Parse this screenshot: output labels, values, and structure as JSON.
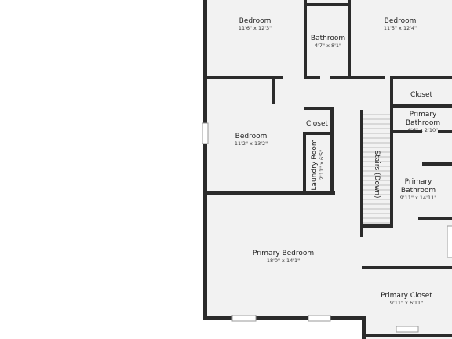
{
  "colors": {
    "floor": "#f2f2f2",
    "wall": "#2b2b2b",
    "window": "#ffffff",
    "window_line": "#9a9a9a",
    "stair_line": "#bdbdbd"
  },
  "rooms": {
    "bedroom_top_left": {
      "name": "Bedroom",
      "dims": "11'6\" x 12'3\""
    },
    "bathroom_top": {
      "name": "Bathroom",
      "dims": "4'7\" x 8'1\""
    },
    "bedroom_top_right": {
      "name": "Bedroom",
      "dims": "11'5\" x 12'4\""
    },
    "closet_right": {
      "name": "Closet"
    },
    "primary_bath_small": {
      "name_line1": "Primary",
      "name_line2": "Bathroom",
      "dims": "6'6\" x 2'10\""
    },
    "bedroom_middle": {
      "name": "Bedroom",
      "dims": "11'2\" x 13'2\""
    },
    "closet_middle": {
      "name": "Closet"
    },
    "laundry_room": {
      "name": "Laundry Room",
      "dims": "2'11\" x 6'5\""
    },
    "stairs": {
      "name": "Stairs (Down)"
    },
    "primary_bathroom": {
      "name_line1": "Primary",
      "name_line2": "Bathroom",
      "dims": "9'11\" x 14'11\""
    },
    "primary_bedroom": {
      "name": "Primary Bedroom",
      "dims": "18'0\" x 14'1\""
    },
    "primary_closet": {
      "name": "Primary Closet",
      "dims": "9'11\" x 6'11\""
    }
  }
}
